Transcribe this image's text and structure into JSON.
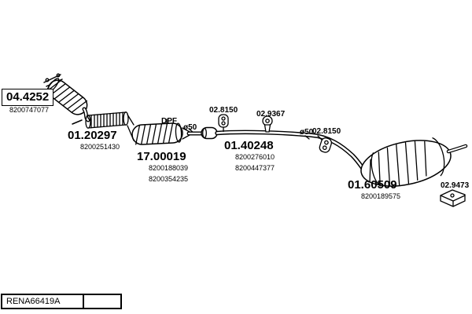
{
  "parts": {
    "front_pipe": {
      "code": "04.4252",
      "ref": "8200747077"
    },
    "flex": {
      "code": "01.20297",
      "ref": "8200251430"
    },
    "dpf": {
      "code": "17.00019",
      "ref1": "8200188039",
      "ref2": "8200354235"
    },
    "center": {
      "code": "01.40248",
      "ref1": "8200276010",
      "ref2": "8200447377"
    },
    "rear": {
      "code": "01.60509",
      "ref": "8200189575"
    }
  },
  "mounts": {
    "hanger1": "02.8150",
    "hanger2": "02.9367",
    "hanger3": "02.8150",
    "bracket": "02.9473"
  },
  "annotations": {
    "dpf_tag": "DPF",
    "dia1": "ø50",
    "dia2": "ø50"
  },
  "footer": {
    "code": "RENA66419A"
  },
  "colors": {
    "line": "#000000",
    "background": "#ffffff"
  }
}
